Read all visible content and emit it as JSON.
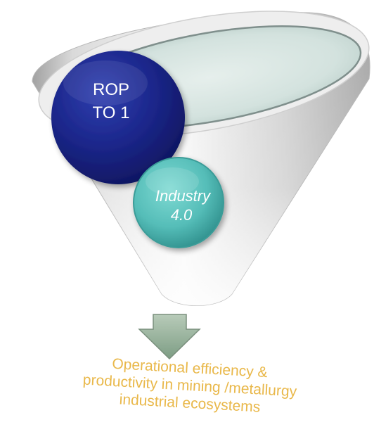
{
  "diagram": {
    "circle_1": {
      "line1": "ROP",
      "line2": "TO 1",
      "color": "#1e2a8a"
    },
    "circle_2": {
      "line1": "Industry",
      "line2": "4.0",
      "color": "#5fc8c4"
    },
    "outcome": {
      "line1": "Operational efficiency &",
      "line2": "productivity in mining /metallurgy",
      "line3": "industrial ecosystems",
      "color": "#e9b84a"
    },
    "arrow_color": "#8fae94",
    "funnel_color": "#d9d9d9"
  }
}
